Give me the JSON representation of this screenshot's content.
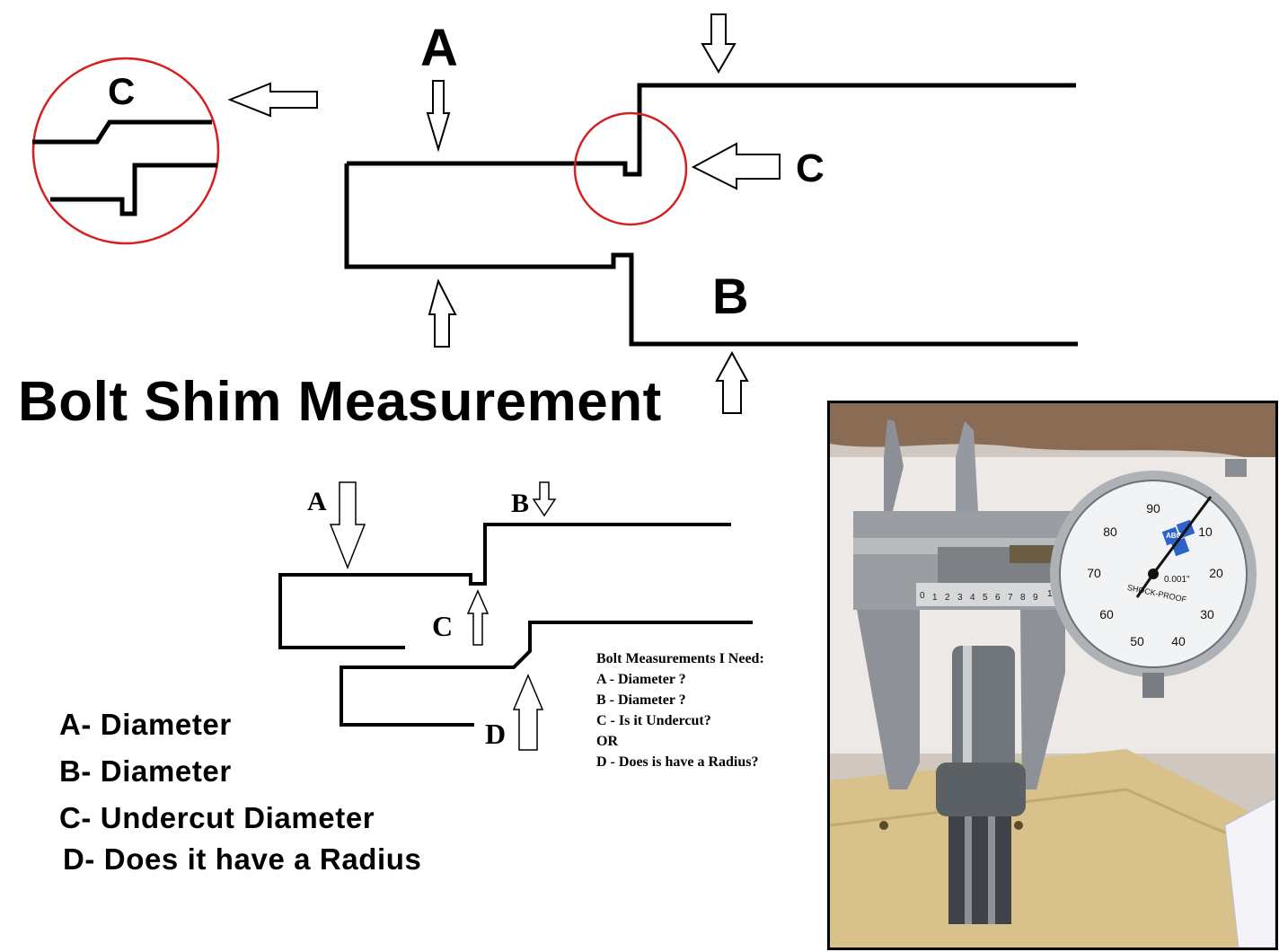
{
  "title": "Bolt Shim Measurement",
  "top_diagram": {
    "label_a": "A",
    "label_b": "B",
    "label_c_main": "C",
    "label_c_zoom": "C"
  },
  "small_diagram": {
    "label_a": "A",
    "label_b": "B",
    "label_c": "C",
    "label_d": "D"
  },
  "notes": {
    "heading": "Bolt Measurements I Need:",
    "lines": [
      "A - Diameter ?",
      "B - Diameter ?",
      "C - Is it Undercut?",
      "OR",
      "D - Does is have a Radius?"
    ]
  },
  "legend": [
    "A- Diameter",
    "B- Diameter",
    "C- Undercut Diameter",
    "D- Does it have a Radius"
  ],
  "photo": {
    "scale_digits": [
      "0",
      "1",
      "2",
      "3",
      "4",
      "5",
      "6",
      "7",
      "8",
      "9",
      "1"
    ],
    "dial_numbers": [
      "90",
      "80",
      "70",
      "60",
      "50",
      "40",
      "30",
      "20",
      "10"
    ],
    "dial_brand": "SHOCK-PROOF",
    "dial_resolution": "0.001\"",
    "logo_letters": "ABC"
  },
  "colors": {
    "ink": "#000000",
    "highlight_circle": "#d42020",
    "photo_wood": "#d8c18a",
    "caliper_steel": "#9a9ea3"
  }
}
